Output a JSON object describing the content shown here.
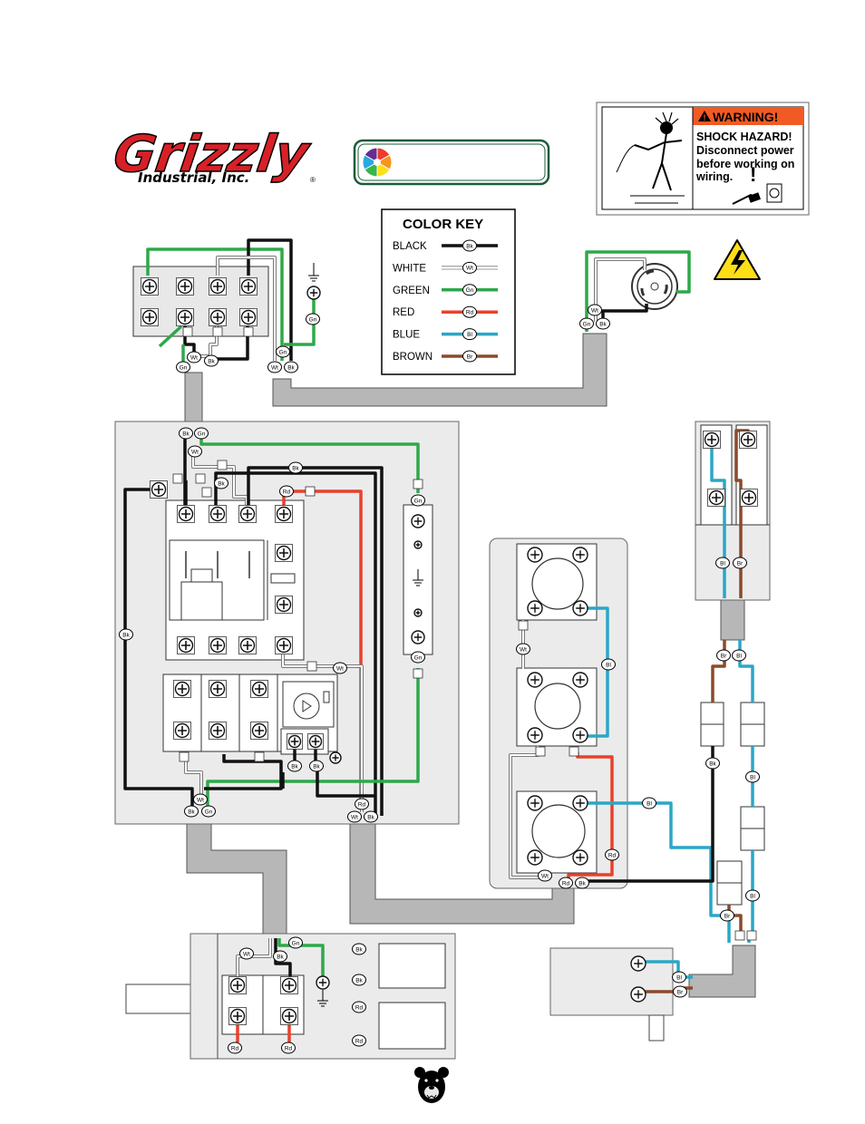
{
  "logo": {
    "brand": "Grizzly",
    "subtitle": "Industrial, Inc.",
    "registered": "®",
    "brand_color": "#d72027"
  },
  "color_badge": {
    "wheel_colors": [
      "#ef3b2c",
      "#f7941d",
      "#ffde17",
      "#39b54a",
      "#27aae1",
      "#662d91"
    ],
    "border_color": "#1a5c3a"
  },
  "warning": {
    "header": "WARNING!",
    "line1": "SHOCK HAZARD!",
    "line2": "Disconnect power",
    "line3": "before working on",
    "line4": "wiring.",
    "header_color": "#f15a24"
  },
  "hazard_symbol": {
    "icon": "high-voltage-icon",
    "color": "#ffde17"
  },
  "color_key": {
    "title": "COLOR KEY",
    "entries": [
      {
        "name": "BLACK",
        "tag": "Bk",
        "color": "#111111"
      },
      {
        "name": "WHITE",
        "tag": "Wt",
        "color": "#ffffff"
      },
      {
        "name": "GREEN",
        "tag": "Gn",
        "color": "#2ea84a"
      },
      {
        "name": "RED",
        "tag": "Rd",
        "color": "#e8412c"
      },
      {
        "name": "BLUE",
        "tag": "Bl",
        "color": "#2aa7c6"
      },
      {
        "name": "BROWN",
        "tag": "Br",
        "color": "#8b4a2b"
      }
    ]
  },
  "wire_tags": {
    "black": "Bk",
    "white": "Wt",
    "green": "Gn",
    "red": "Rd",
    "blue": "Bl",
    "brown": "Br"
  },
  "mascot": {
    "icon": "bear-head-icon"
  }
}
